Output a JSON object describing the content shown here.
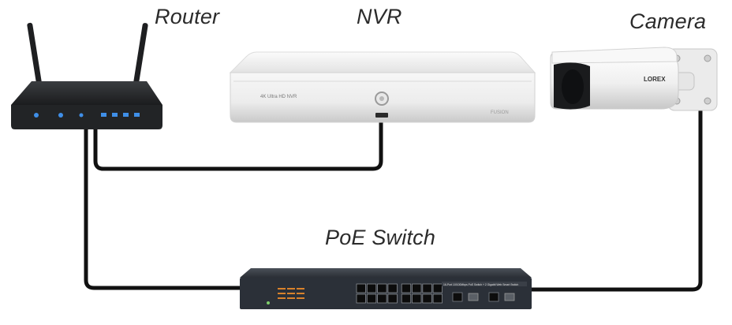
{
  "labels": {
    "router": "Router",
    "nvr": "NVR",
    "camera": "Camera",
    "poe_switch": "PoE Switch"
  },
  "device_text": {
    "nvr_model": "4K Ultra HD NVR",
    "nvr_brand": "FUSION",
    "camera_brand": "LOREX",
    "switch_model": "16-Port 10/100Mbps PoE Switch + 2 Gigabit Web Smart Switch"
  },
  "colors": {
    "cable": "#111111",
    "router_body": "#222426",
    "nvr_body": "#f4f4f4",
    "camera_body": "#f3f3f3",
    "switch_body": "#2b3038",
    "router_led": "#3f8fe8",
    "label_text": "#2b2b2b"
  }
}
